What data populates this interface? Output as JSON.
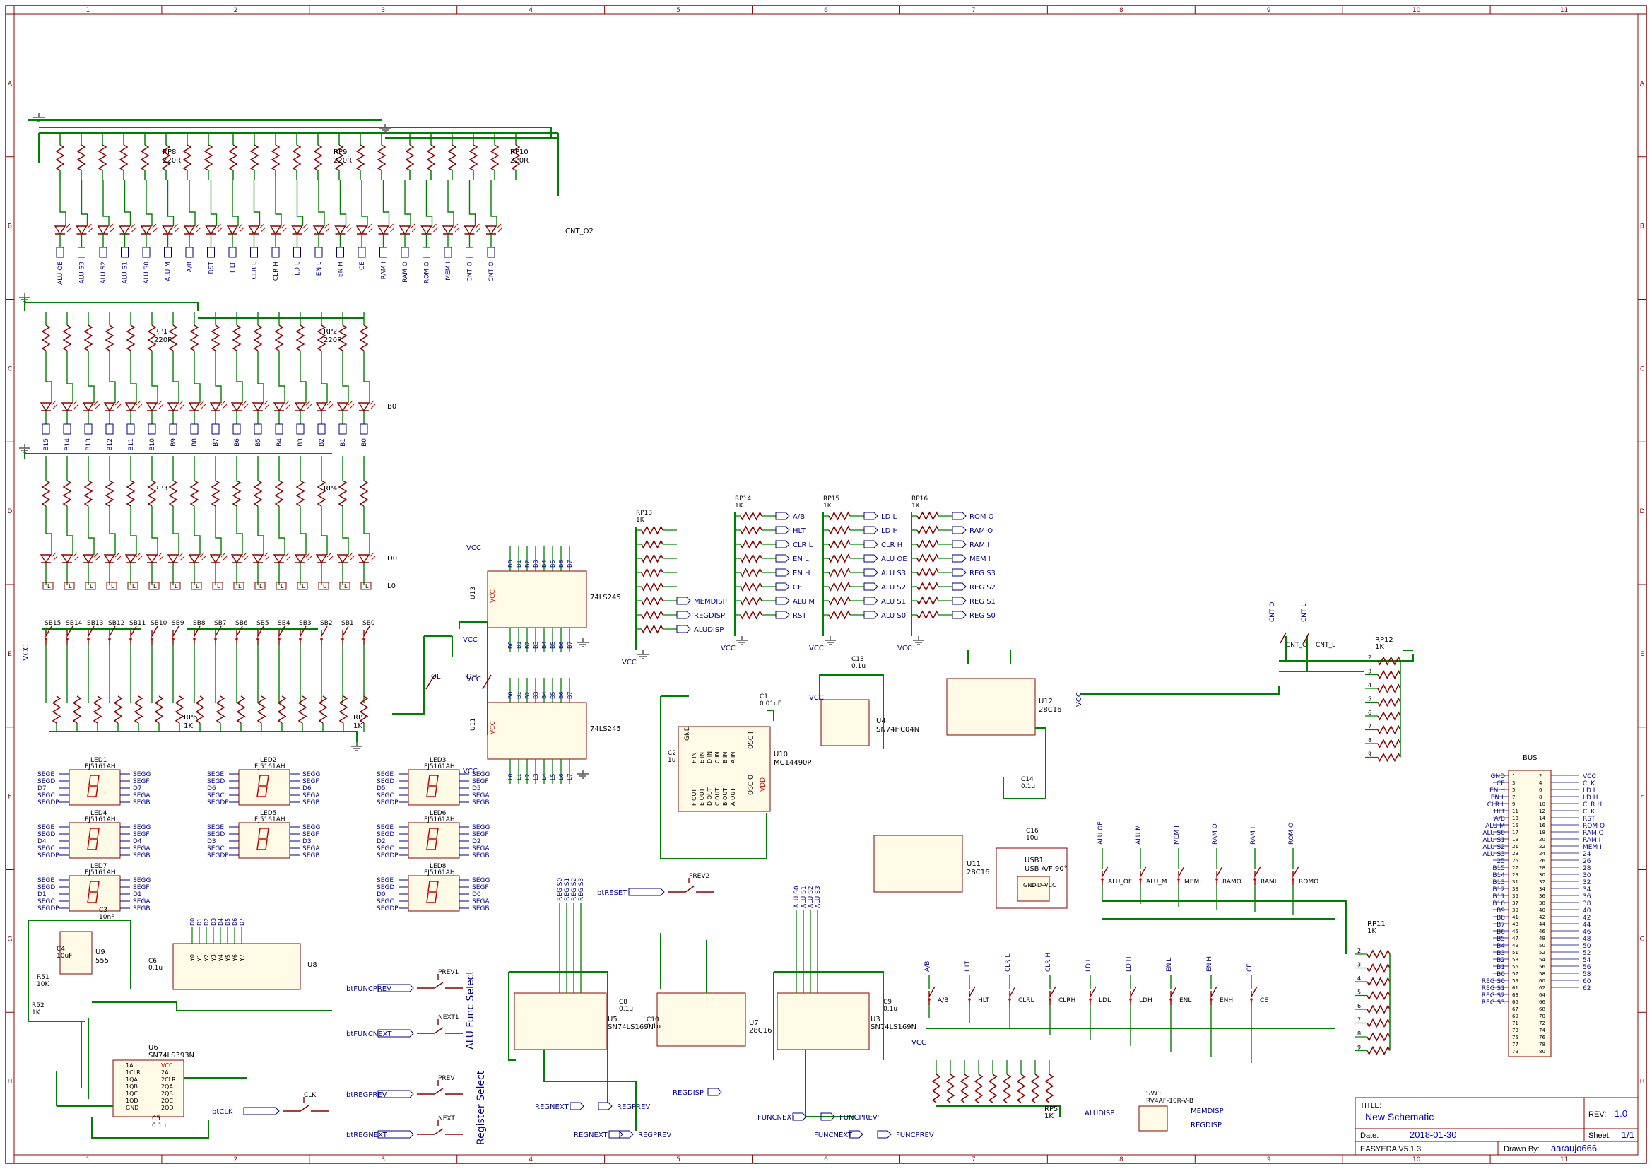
{
  "grid": {
    "columns": [
      "1",
      "2",
      "3",
      "4",
      "5",
      "6",
      "7",
      "8",
      "9",
      "10",
      "11"
    ],
    "rows": [
      "A",
      "B",
      "C",
      "D",
      "E",
      "F",
      "G",
      "H"
    ]
  },
  "top_row_resistors": [
    {
      "ref": "RP8",
      "val": "220R"
    },
    {
      "ref": "RP9",
      "val": "220R"
    },
    {
      "ref": "RP10",
      "val": "220R"
    }
  ],
  "control_leds": [
    "ALU OE",
    "ALU S3",
    "ALU S2",
    "ALU S1",
    "ALU S0",
    "ALU M",
    "A/B",
    "RST",
    "HLT",
    "CLR L",
    "CLR H",
    "LD L",
    "EN L",
    "EN H",
    "CE",
    "RAM I",
    "RAM O",
    "ROM O",
    "MEM I",
    "CNT O",
    "CNT O"
  ],
  "control_led_label": "CNT_O2",
  "bus_leds_top": [
    "B15",
    "B14",
    "B13",
    "B12",
    "B11",
    "B10",
    "B9",
    "B8",
    "B7",
    "B6",
    "B5",
    "B4",
    "B3",
    "B2",
    "B1",
    "B0"
  ],
  "bus_led_label": "B0",
  "bus_res": [
    {
      "ref": "RP1",
      "val": "220R"
    },
    {
      "ref": "RP2",
      "val": "220R"
    }
  ],
  "data_res": [
    {
      "ref": "RP3"
    },
    {
      "ref": "RP4"
    }
  ],
  "data_led_label": "D0",
  "data_l_label": "L0",
  "switches": [
    "SB15",
    "SB14",
    "SB13",
    "SB12",
    "SB11",
    "SB10",
    "SB9",
    "SB8",
    "SB7",
    "SB6",
    "SB5",
    "SB4",
    "SB3",
    "SB2",
    "SB1",
    "SB0"
  ],
  "bottom_res": [
    {
      "ref": "RP6",
      "val": "1K"
    },
    {
      "ref": "RP7",
      "val": "1K"
    }
  ],
  "vcc": "VCC",
  "led_displays": [
    {
      "ref": "LED1",
      "part": "FJ5161AH",
      "left": [
        "SEGE",
        "SEGD",
        "D7",
        "SEGC",
        "SEGDP"
      ],
      "right": [
        "SEGG",
        "SEGF",
        "D7",
        "SEGA",
        "SEGB"
      ]
    },
    {
      "ref": "LED2",
      "part": "FJ5161AH",
      "left": [
        "SEGE",
        "SEGD",
        "D6",
        "SEGC",
        "SEGDP"
      ],
      "right": [
        "SEGG",
        "SEGF",
        "D6",
        "SEGA",
        "SEGB"
      ]
    },
    {
      "ref": "LED3",
      "part": "FJ5161AH",
      "left": [
        "SEGE",
        "SEGD",
        "D5",
        "SEGC",
        "SEGDP"
      ],
      "right": [
        "SEGG",
        "SEGF",
        "D5",
        "SEGA",
        "SEGB"
      ]
    },
    {
      "ref": "LED4",
      "part": "FJ5161AH",
      "left": [
        "SEGE",
        "SEGD",
        "D4",
        "SEGC",
        "SEGDP"
      ],
      "right": [
        "SEGG",
        "SEGF",
        "D4",
        "SEGA",
        "SEGB"
      ]
    },
    {
      "ref": "LED5",
      "part": "FJ5161AH",
      "left": [
        "SEGE",
        "SEGD",
        "D3",
        "SEGC",
        "SEGDP"
      ],
      "right": [
        "SEGG",
        "SEGF",
        "D3",
        "SEGA",
        "SEGB"
      ]
    },
    {
      "ref": "LED6",
      "part": "FJ5161AH",
      "left": [
        "SEGE",
        "SEGD",
        "D2",
        "SEGC",
        "SEGDP"
      ],
      "right": [
        "SEGG",
        "SEGF",
        "D2",
        "SEGA",
        "SEGB"
      ]
    },
    {
      "ref": "LED7",
      "part": "FJ5161AH",
      "left": [
        "SEGE",
        "SEGD",
        "D1",
        "SEGC",
        "SEGDP"
      ],
      "right": [
        "SEGG",
        "SEGF",
        "D1",
        "SEGA",
        "SEGB"
      ]
    },
    {
      "ref": "LED8",
      "part": "FJ5161AH",
      "left": [
        "SEGE",
        "SEGD",
        "D0",
        "SEGC",
        "SEGDP"
      ],
      "right": [
        "SEGG",
        "SEGF",
        "D0",
        "SEGA",
        "SEGB"
      ]
    }
  ],
  "ic_74ls245": [
    {
      "ref": "U13",
      "part": "74LS245"
    },
    {
      "ref": "U11",
      "part": "74LS245"
    }
  ],
  "switch_oh": [
    "OL",
    "OH"
  ],
  "rp13": {
    "ref": "RP13",
    "val": "1K",
    "nets": [
      "MEMDISP",
      "REGDISP",
      "ALUDISP"
    ]
  },
  "rp14": {
    "ref": "RP14",
    "val": "1K",
    "nets": [
      "A/B",
      "HLT",
      "CLR L",
      "EN L",
      "EN H",
      "CE",
      "ALU M",
      "RST"
    ]
  },
  "rp15": {
    "ref": "RP15",
    "val": "1K",
    "nets": [
      "LD L",
      "LD H",
      "CLR H",
      "ALU OE",
      "ALU S3",
      "ALU S2",
      "ALU S1",
      "ALU S0"
    ]
  },
  "rp16": {
    "ref": "RP16",
    "val": "1K",
    "nets": [
      "ROM O",
      "RAM O",
      "RAM I",
      "MEM I",
      "REG S3",
      "REG S2",
      "REG S1",
      "REG S0"
    ]
  },
  "u10": {
    "ref": "U10",
    "part": "MC14490P",
    "left": [
      "F IN",
      "E IN",
      "D IN",
      "C IN",
      "B IN",
      "A IN"
    ],
    "right": [
      "F OUT",
      "E OUT",
      "D OUT",
      "C OUT",
      "B OUT",
      "A OUT"
    ],
    "osc": "OSC I",
    "osco": "OSC O",
    "vdd": "VDD",
    "gnd": "GND",
    "c1": "C1",
    "c1v": "0.01uF",
    "c2": "C2",
    "c2v": "1u"
  },
  "u4": {
    "ref": "U4",
    "part": "SN74HC04N",
    "c": "C13",
    "cv": "0.1u"
  },
  "u12": {
    "ref": "U12",
    "part": "28C16",
    "c": "C14",
    "cv": "0.1u"
  },
  "cnt_sw": [
    "CNT O",
    "CNT L",
    "CNT_O",
    "CNT_L"
  ],
  "rp12": {
    "ref": "RP12",
    "val": "1K"
  },
  "u11b": {
    "ref": "U11",
    "part": "28C16"
  },
  "c16": {
    "ref": "C16",
    "val": "10u"
  },
  "usb": {
    "ref": "USB1",
    "part": "USB A/F 90°",
    "pins": [
      "GND",
      "D-",
      "D+",
      "VCC"
    ]
  },
  "bus_sw": [
    "ALU OE",
    "ALU M",
    "MEM I",
    "RAM O",
    "RAM I",
    "ROM O"
  ],
  "bus_sw_labels": [
    "ALU_OE",
    "ALU_M",
    "MEMI",
    "RAMO",
    "RAMI",
    "ROMO"
  ],
  "rp11": {
    "ref": "RP11",
    "val": "1K"
  },
  "ctrl_sw": [
    "A/B",
    "HLT",
    "CLR L",
    "CLR H",
    "LD L",
    "LD H",
    "EN L",
    "EN H",
    "CE"
  ],
  "ctrl_sw_labels": [
    "A/B",
    "HLT",
    "CLRL",
    "CLRH",
    "LDL",
    "LDH",
    "ENL",
    "ENH",
    "CE"
  ],
  "rp5": {
    "ref": "RP5",
    "val": "1K"
  },
  "sw1": {
    "ref": "SW1",
    "part": "RV4AF-10R-V-B",
    "in": "ALUDISP",
    "out": [
      "MEMDISP",
      "REGDISP"
    ]
  },
  "bus_connector": {
    "title": "BUS",
    "left": [
      "GND",
      "CE",
      "EN H",
      "EN L",
      "CLR L",
      "HLT",
      "A/B",
      "ALU M",
      "ALU S0",
      "ALU S1",
      "ALU S2",
      "ALU S3",
      "25",
      "B15",
      "B14",
      "B13",
      "B12",
      "B11",
      "B10",
      "B9",
      "B8",
      "B7",
      "B6",
      "B5",
      "B4",
      "B3",
      "B2",
      "B1",
      "B0",
      "REG S0",
      "REG S1",
      "REG S2",
      "REG S3"
    ],
    "right": [
      "VCC",
      "CLK",
      "LD L",
      "LD H",
      "CLR H",
      "CLK",
      "RST",
      "ROM O",
      "RAM O",
      "RAM I",
      "MEM I",
      "24",
      "26",
      "28",
      "30",
      "32",
      "34",
      "36",
      "38",
      "40",
      "42",
      "44",
      "46",
      "48",
      "50",
      "52",
      "54",
      "56",
      "58",
      "60",
      "62"
    ]
  },
  "u9": {
    "ref": "U9",
    "part": "555",
    "r51": "R51",
    "r51v": "10K",
    "r52": "R52",
    "r52v": "1K",
    "c4": "C4",
    "c4v": "10uF",
    "c3": "C3",
    "c3v": "10nF",
    "c6": "C6",
    "c6v": "0.1u"
  },
  "u8": {
    "ref": "U8",
    "ins": [
      "D0",
      "D1",
      "D2",
      "D3",
      "D4",
      "D5",
      "D6",
      "D7"
    ],
    "outs": [
      "Y0",
      "Y1",
      "Y2",
      "Y3",
      "Y4",
      "Y5",
      "Y6",
      "Y7"
    ]
  },
  "u6": {
    "ref": "U6",
    "part": "SN74LS393N",
    "left": [
      "1A",
      "1CLR",
      "1QA",
      "1QB",
      "1QC",
      "1QD",
      "GND"
    ],
    "right": [
      "VCC",
      "2A",
      "2CLR",
      "2QA",
      "2QB",
      "2QC",
      "2QD"
    ],
    "c": "C5",
    "cv": "0.1u"
  },
  "prev_buttons": [
    {
      "ref": "PREV1",
      "net": "btFUNCPREV"
    },
    {
      "ref": "NEXT1",
      "net": "btFUNCNEXT"
    },
    {
      "ref": "PREV",
      "net": "btREGPREV"
    },
    {
      "ref": "NEXT",
      "net": "btREGNEXT"
    },
    {
      "ref": "PREV2",
      "net": "btRESET"
    },
    {
      "ref": "CLK",
      "net": "btCLK"
    }
  ],
  "select_labels": [
    "ALU Func Select",
    "Register Select"
  ],
  "u5": {
    "ref": "U5",
    "part": "SN74LS169N",
    "ins": [
      "REG S0",
      "REG S1",
      "REG S2",
      "REG S3"
    ],
    "c": "C8",
    "cv": "0.1u"
  },
  "u7": {
    "ref": "U7",
    "part": "28C16",
    "c": "C10",
    "cv": "0.1u"
  },
  "u3": {
    "ref": "U3",
    "part": "SN74LS169N",
    "ins": [
      "ALU S0",
      "ALU S1",
      "ALU S2",
      "ALU S3"
    ],
    "c": "C9",
    "cv": "0.1u"
  },
  "bottom_nets": [
    "REGNEXT",
    "REGPREV'",
    "REGNEXT",
    "REGPREV",
    "FUNCNEXT",
    "FUNCPREV'",
    "FUNCNEXT",
    "FUNCPREV",
    "REGDISP"
  ],
  "title_block": {
    "title_label": "TITLE:",
    "title": "New Schematic",
    "rev_label": "REV:",
    "rev": "1.0",
    "date_label": "Date:",
    "date": "2018-01-30",
    "sheet_label": "Sheet:",
    "sheet": "1/1",
    "tool": "EASYEDA V5.1.3",
    "drawn_label": "Drawn By:",
    "drawn": "aaraujo666"
  },
  "colors": {
    "frame": "#8b0000",
    "wire": "#008000",
    "part": "#8b0000",
    "net": "#00008b",
    "label": "#000080",
    "pin": "#cc0000"
  }
}
